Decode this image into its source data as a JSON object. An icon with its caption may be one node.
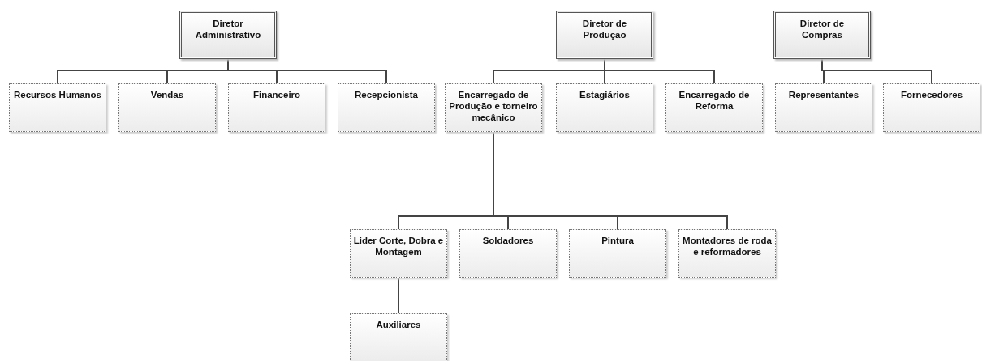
{
  "diagram": {
    "nodes": [
      {
        "text": [
          "Diretor Administrativo"
        ]
      },
      {
        "text": [
          "Recursos Humanos"
        ]
      },
      {
        "text": [
          "Vendas"
        ]
      },
      {
        "text": [
          "Financeiro"
        ]
      },
      {
        "text": [
          "Recepcionista"
        ]
      },
      {
        "text": [
          "Diretor de Produção"
        ]
      },
      {
        "text": [
          "Encarregado de Produção e torneiro mecânico"
        ]
      },
      {
        "text": [
          "Estagiários"
        ]
      },
      {
        "text": [
          "Encarregado de Reforma"
        ]
      },
      {
        "text": [
          "Diretor de Compras"
        ]
      },
      {
        "text": [
          "Representantes"
        ]
      },
      {
        "text": [
          "Fornecedores"
        ]
      },
      {
        "text": [
          "Lider Corte, Dobra e Montagem"
        ]
      },
      {
        "text": [
          "Soldadores"
        ]
      },
      {
        "text": [
          "Pintura"
        ]
      },
      {
        "text": [
          "Montadores de roda e reformadores"
        ]
      },
      {
        "text": [
          "Auxiliares"
        ]
      }
    ],
    "edges": [
      {
        "from": 0,
        "to": 1,
        "arrow": "none"
      },
      {
        "from": 0,
        "to": 2,
        "arrow": "none"
      },
      {
        "from": 0,
        "to": 3,
        "arrow": "none"
      },
      {
        "from": 0,
        "to": 4,
        "arrow": "none"
      },
      {
        "from": 5,
        "to": 6,
        "arrow": "none"
      },
      {
        "from": 5,
        "to": 7,
        "arrow": "none"
      },
      {
        "from": 5,
        "to": 8,
        "arrow": "none"
      },
      {
        "from": 9,
        "to": 10,
        "arrow": "none"
      },
      {
        "from": 9,
        "to": 11,
        "arrow": "none"
      },
      {
        "from": 6,
        "to": 12,
        "arrow": "none"
      },
      {
        "from": 6,
        "to": 13,
        "arrow": "none"
      },
      {
        "from": 6,
        "to": 14,
        "arrow": "none"
      },
      {
        "from": 6,
        "to": 15,
        "arrow": "none"
      },
      {
        "from": 12,
        "to": 16,
        "arrow": "none"
      }
    ]
  }
}
